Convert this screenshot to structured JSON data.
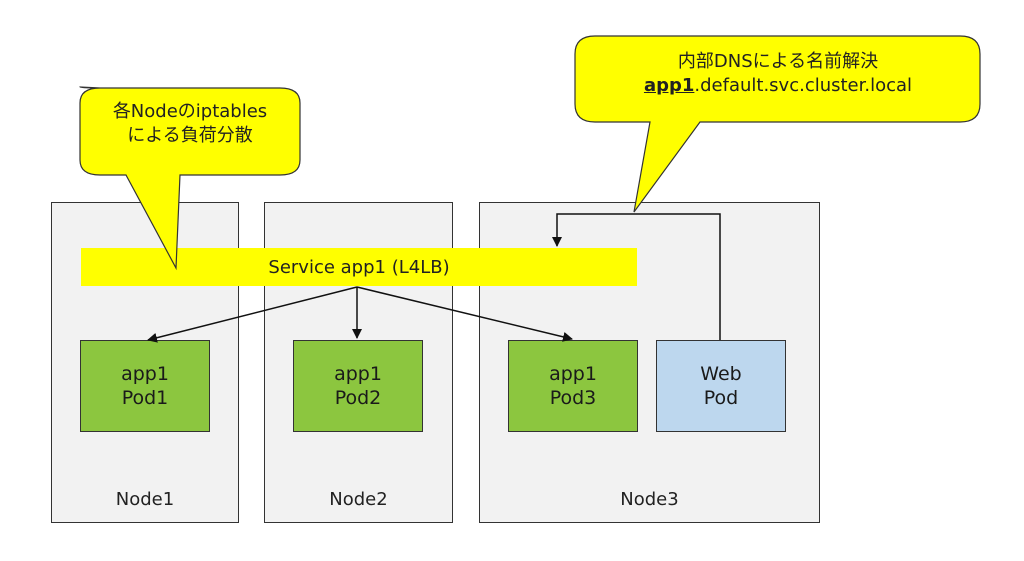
{
  "nodes": [
    {
      "label": "Node1"
    },
    {
      "label": "Node2"
    },
    {
      "label": "Node3"
    }
  ],
  "service": {
    "label": "Service app1 (L4LB)"
  },
  "pods": [
    {
      "line1": "app1",
      "line2": "Pod1"
    },
    {
      "line1": "app1",
      "line2": "Pod2"
    },
    {
      "line1": "app1",
      "line2": "Pod3"
    },
    {
      "line1": "Web",
      "line2": "Pod"
    }
  ],
  "callouts": {
    "iptables": {
      "line1": "各Nodeのiptables",
      "line2": "による負荷分散"
    },
    "dns": {
      "line1": "内部DNSによる名前解決",
      "bold": "app1",
      "rest": ".default.svc.cluster.local"
    }
  },
  "colors": {
    "node_bg": "#f2f2f2",
    "service": "#ffff00",
    "callout": "#ffff00",
    "app_pod": "#8cc63f",
    "web_pod": "#bdd7ee"
  }
}
